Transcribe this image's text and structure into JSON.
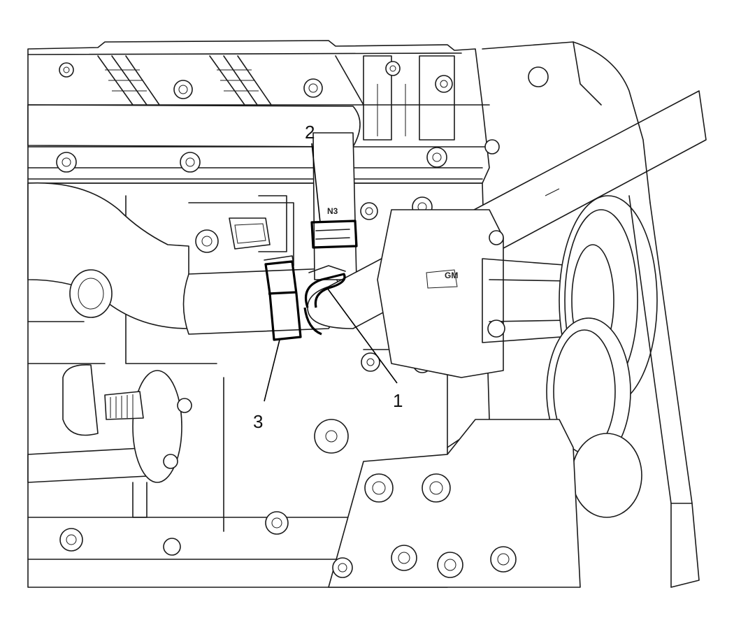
{
  "diagram": {
    "callouts": [
      {
        "id": "1",
        "label": "1"
      },
      {
        "id": "2",
        "label": "2"
      },
      {
        "id": "3",
        "label": "3"
      }
    ],
    "embossed": {
      "hose_mark": "N3",
      "pump_logo": "GM"
    }
  }
}
